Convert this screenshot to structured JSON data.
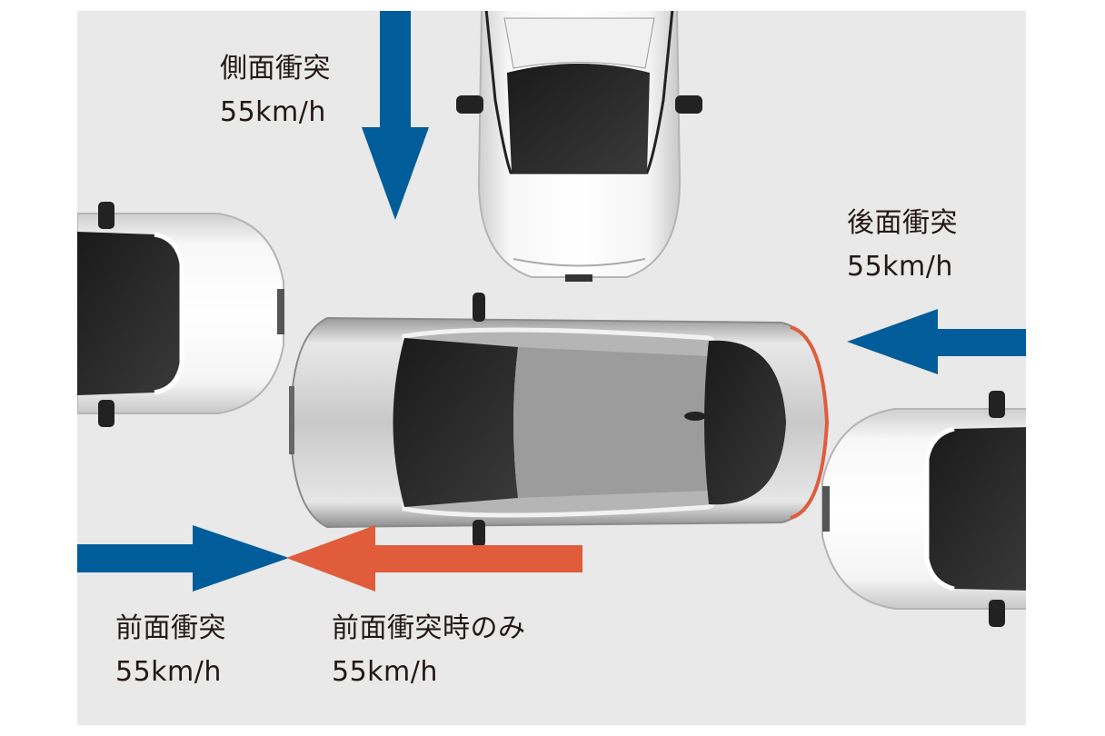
{
  "colors": {
    "impact_arrow": "#005d9a",
    "frontal_only_arrow": "#e05c3a",
    "background": "#e9e9e9"
  },
  "labels": {
    "side": {
      "title": "側面衝突",
      "speed": "55km/h"
    },
    "rear": {
      "title": "後面衝突",
      "speed": "55km/h"
    },
    "front": {
      "title": "前面衝突",
      "speed": "55km/h"
    },
    "front_only": {
      "title": "前面衝突時のみ",
      "speed": "55km/h"
    }
  }
}
